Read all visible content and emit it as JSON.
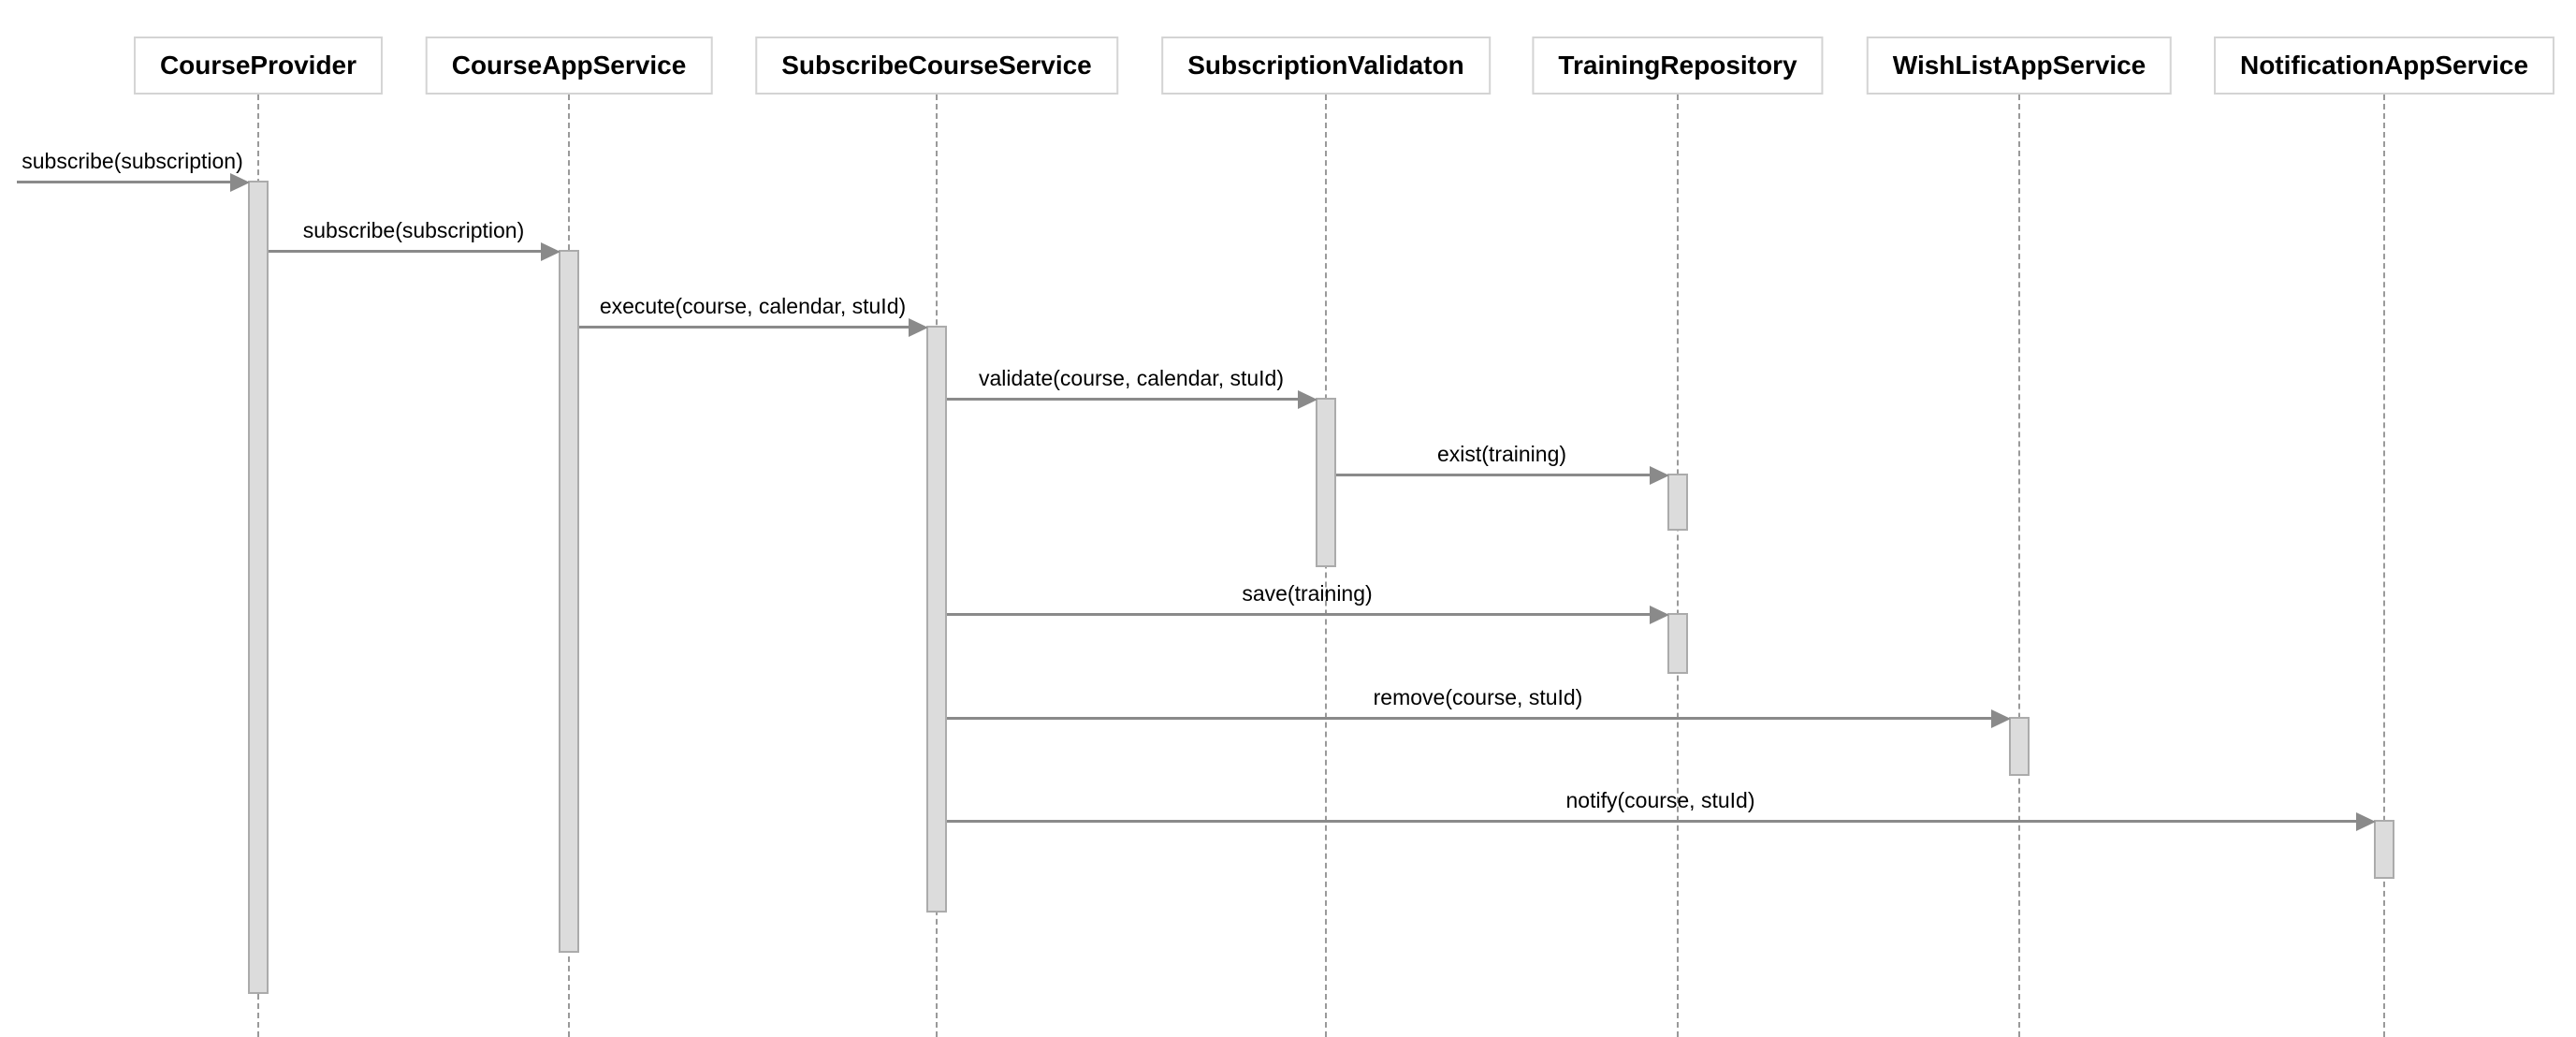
{
  "diagram": {
    "type": "uml-sequence-diagram",
    "participants": [
      {
        "name": "CourseProvider"
      },
      {
        "name": "CourseAppService"
      },
      {
        "name": "SubscribeCourseService"
      },
      {
        "name": "SubscriptionValidaton"
      },
      {
        "name": "TrainingRepository"
      },
      {
        "name": "WishListAppService"
      },
      {
        "name": "NotificationAppService"
      }
    ],
    "messages": [
      {
        "label": "subscribe(subscription)",
        "from": "external",
        "to": "CourseProvider"
      },
      {
        "label": "subscribe(subscription)",
        "from": "CourseProvider",
        "to": "CourseAppService"
      },
      {
        "label": "execute(course, calendar, stuId)",
        "from": "CourseAppService",
        "to": "SubscribeCourseService"
      },
      {
        "label": "validate(course, calendar, stuId)",
        "from": "SubscribeCourseService",
        "to": "SubscriptionValidaton"
      },
      {
        "label": "exist(training)",
        "from": "SubscriptionValidaton",
        "to": "TrainingRepository"
      },
      {
        "label": "save(training)",
        "from": "SubscribeCourseService",
        "to": "TrainingRepository"
      },
      {
        "label": "remove(course, stuId)",
        "from": "SubscribeCourseService",
        "to": "WishListAppService"
      },
      {
        "label": "notify(course, stuId)",
        "from": "SubscribeCourseService",
        "to": "NotificationAppService"
      }
    ],
    "colors": {
      "arrow": "#8a8a8a",
      "activation_fill": "#dcdcdc",
      "activation_border": "#ababab",
      "box_border": "#d4d4d4",
      "lifeline": "#9a9a9a",
      "text": "#000000",
      "background": "#ffffff"
    }
  }
}
